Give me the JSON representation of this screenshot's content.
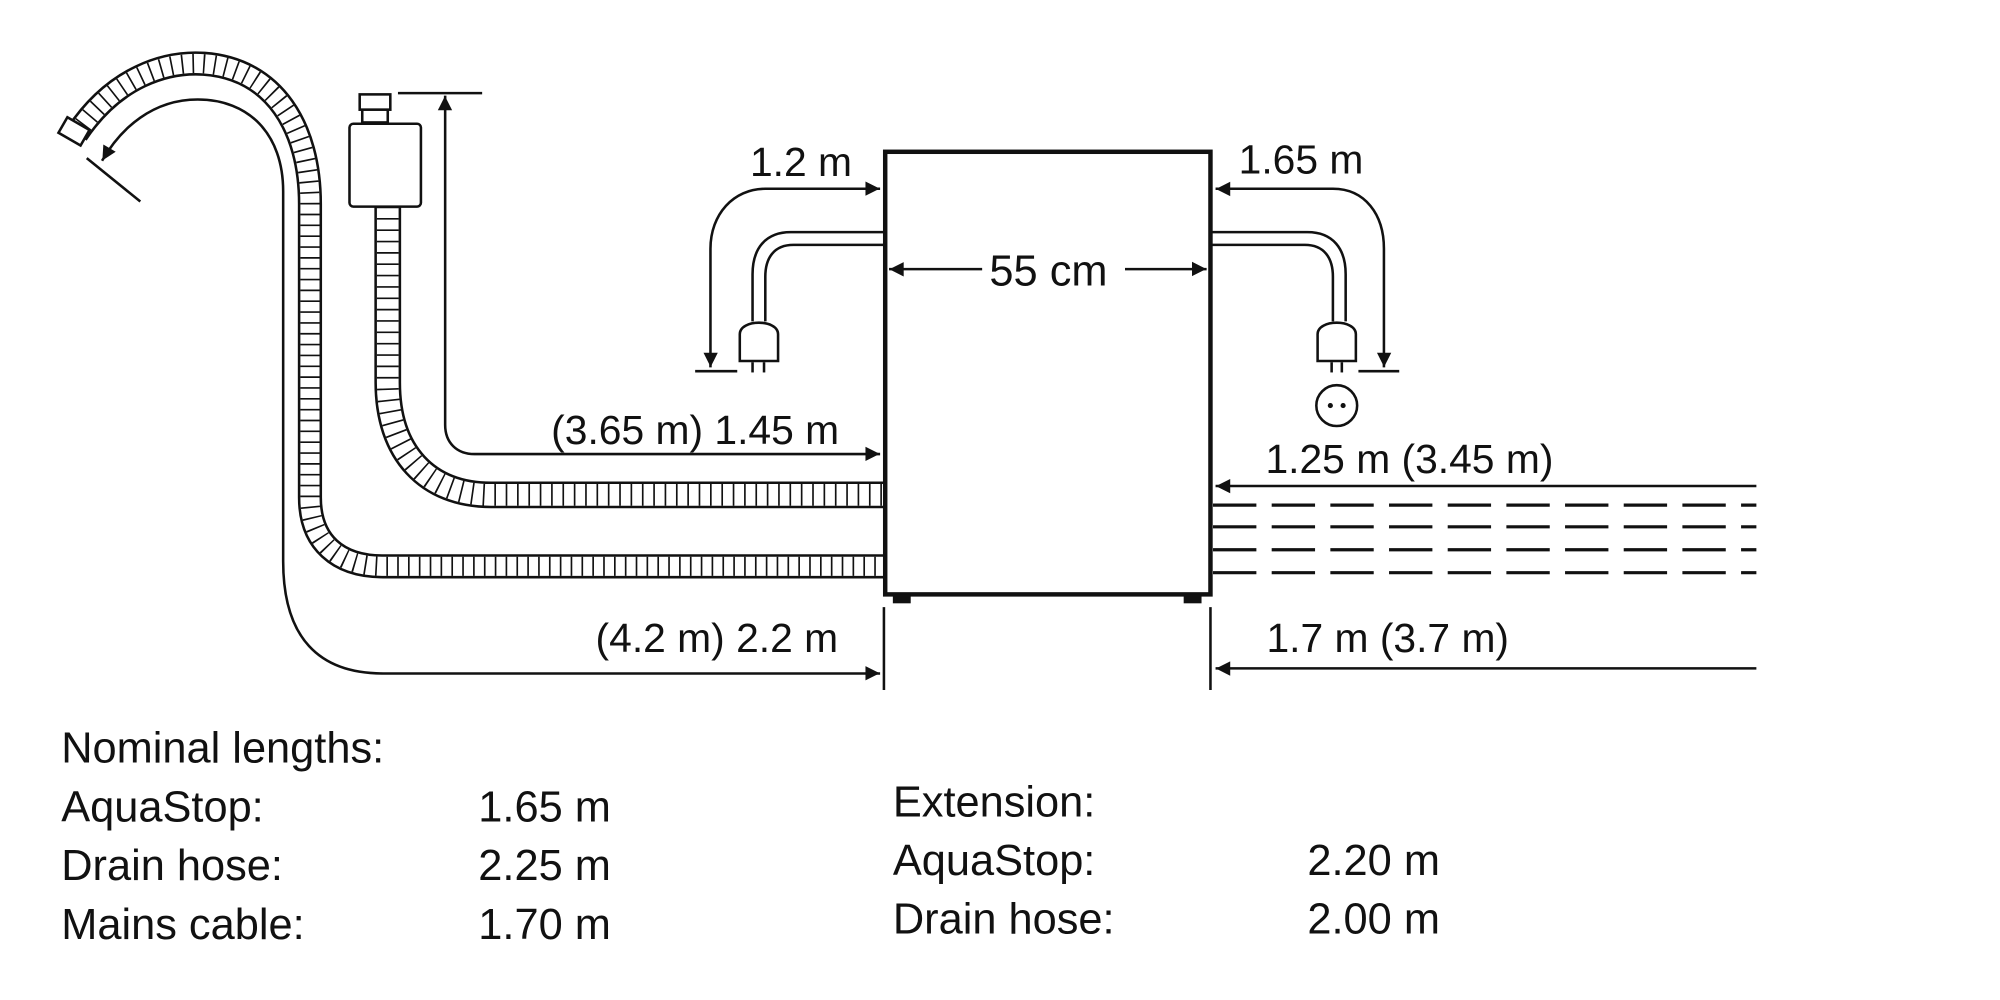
{
  "diagram": {
    "width_label": "55 cm",
    "left_cable_label": "1.2 m",
    "right_cable_label": "1.65 m",
    "aquastop_label": "(3.65 m) 1.45 m",
    "drain_label": "(4.2 m) 2.2 m",
    "right_upper_label": "1.25 m (3.45 m)",
    "right_lower_label": "1.7 m (3.7 m)"
  },
  "nominal": {
    "title": "Nominal lengths:",
    "rows": [
      {
        "label": "AquaStop:",
        "value": "1.65 m"
      },
      {
        "label": "Drain hose:",
        "value": "2.25 m"
      },
      {
        "label": "Mains cable:",
        "value": "1.70 m"
      }
    ]
  },
  "extension": {
    "title": "Extension:",
    "rows": [
      {
        "label": "AquaStop:",
        "value": "2.20 m"
      },
      {
        "label": "Drain hose:",
        "value": "2.00 m"
      }
    ]
  }
}
